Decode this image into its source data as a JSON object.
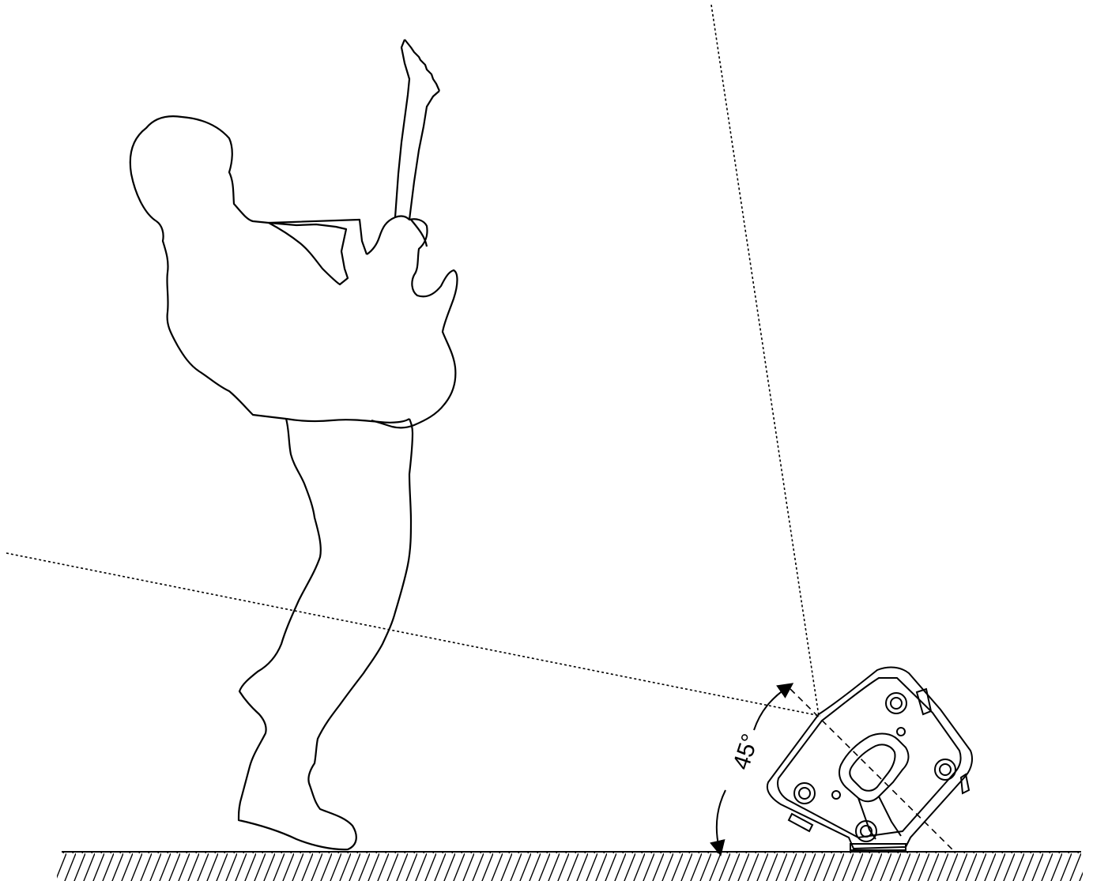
{
  "diagram": {
    "angle_label": "45°",
    "colors": {
      "stroke": "#000000",
      "background": "#ffffff"
    },
    "elements": [
      "guitarist-silhouette",
      "floor-monitor-speaker",
      "floor-hatch",
      "listening-axis-line",
      "vertical-dispersion-line",
      "angle-arc-arrow"
    ]
  }
}
